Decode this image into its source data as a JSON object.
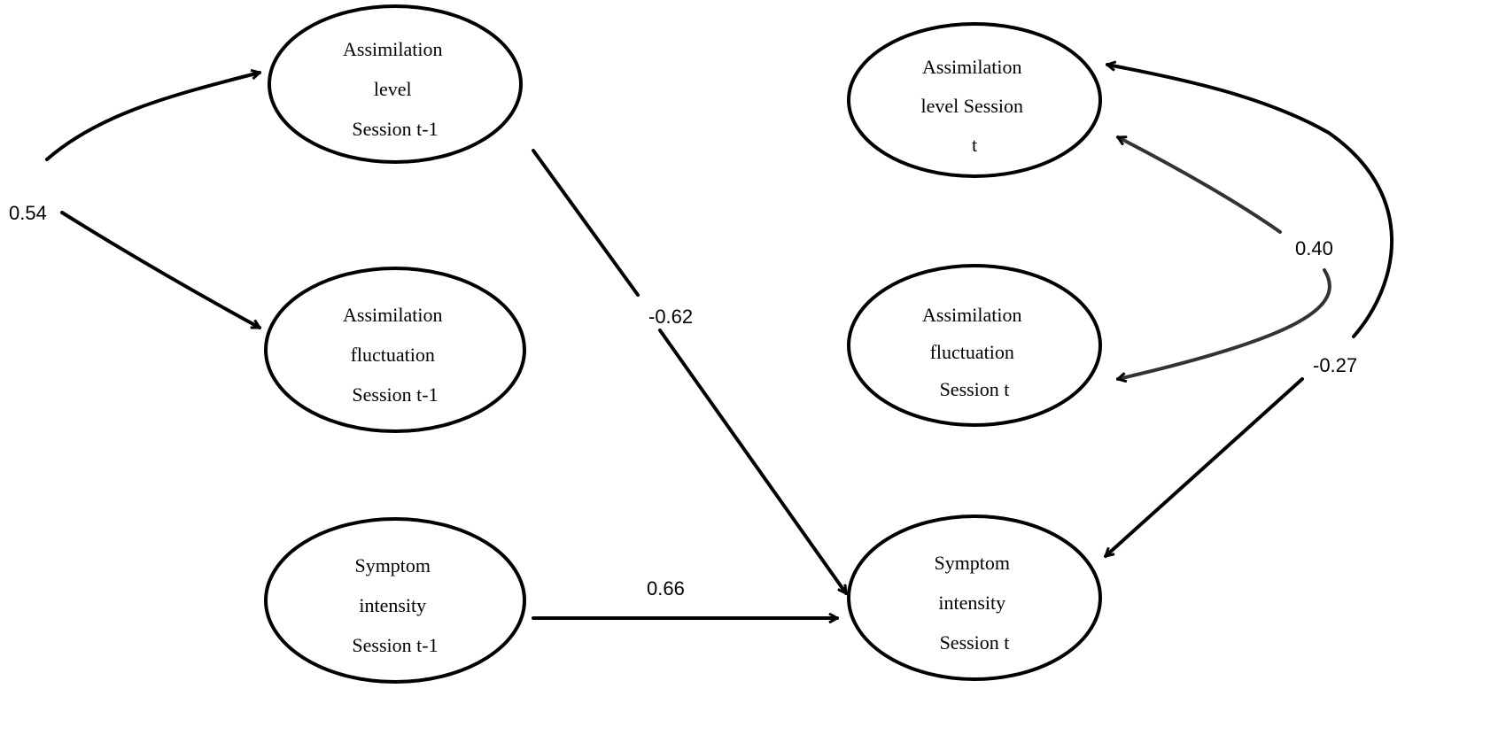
{
  "nodes": {
    "level_prev": {
      "lines": [
        "Assimilation",
        "level",
        "Session t-1"
      ]
    },
    "fluct_prev": {
      "lines": [
        "Assimilation",
        "fluctuation",
        "Session t-1"
      ]
    },
    "symptom_prev": {
      "lines": [
        "Symptom",
        "intensity",
        "Session t-1"
      ]
    },
    "level_curr": {
      "lines": [
        "Assimilation",
        "level Session",
        "t"
      ]
    },
    "fluct_curr": {
      "lines": [
        "Assimilation",
        "fluctuation",
        "Session t"
      ]
    },
    "symptom_curr": {
      "lines": [
        "Symptom",
        "intensity",
        "Session t"
      ]
    }
  },
  "edges": {
    "cov_prev": {
      "label": "0.54"
    },
    "level_to_symptom": {
      "label": "-0.62"
    },
    "symptom_to_symptom": {
      "label": "0.66"
    },
    "cov_curr": {
      "label": "0.40"
    },
    "symptom_to_level": {
      "label": "-0.27"
    }
  },
  "colors": {
    "stroke": "#000000",
    "background": "#ffffff"
  }
}
